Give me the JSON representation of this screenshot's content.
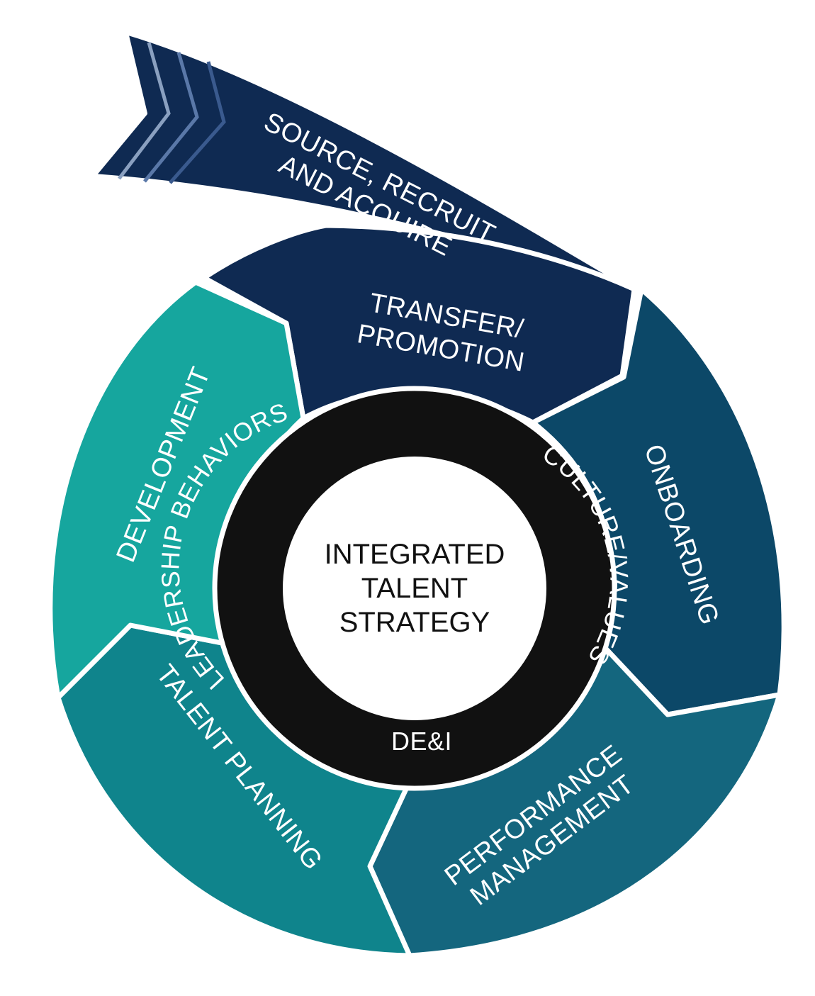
{
  "center": {
    "lines": [
      "INTEGRATED",
      "TALENT",
      "STRATEGY"
    ]
  },
  "ring": {
    "leadership": "LEADERSHIP BEHAVIORS",
    "culture": "CULTURE/VALUES",
    "dei": "DE&I"
  },
  "segments": {
    "source": {
      "lines": [
        "SOURCE, RECRUIT",
        "AND ACQUIRE"
      ],
      "color": "#0f2a52"
    },
    "transfer": {
      "lines": [
        "TRANSFER/",
        "PROMOTION"
      ],
      "color": "#0f2a52"
    },
    "onboarding": {
      "label": "ONBOARDING",
      "color": "#0c4868"
    },
    "performance": {
      "lines": [
        "PERFORMANCE",
        "MANAGEMENT"
      ],
      "color": "#14667e"
    },
    "talent_planning": {
      "label": "TALENT PLANNING",
      "color": "#0f848c"
    },
    "development": {
      "label": "DEVELOPMENT",
      "color": "#16a69e"
    }
  }
}
